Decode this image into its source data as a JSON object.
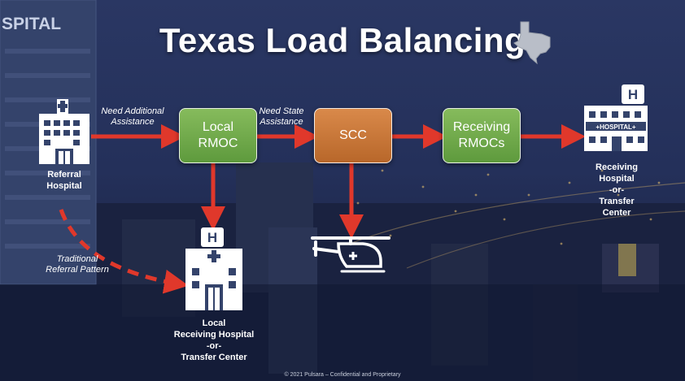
{
  "title": "Texas Load Balancing",
  "nodes": {
    "local_rmoc": {
      "line1": "Local",
      "line2": "RMOC"
    },
    "scc": {
      "label": "SCC"
    },
    "receiving_rmocs": {
      "line1": "Receiving",
      "line2": "RMOCs"
    }
  },
  "edges": {
    "need_additional": {
      "line1": "Need Additional",
      "line2": "Assistance"
    },
    "need_state": {
      "line1": "Need State",
      "line2": "Assistance"
    },
    "traditional": {
      "line1": "Traditional",
      "line2": "Referral Pattern"
    }
  },
  "labels": {
    "referral_hospital": {
      "line1": "Referral",
      "line2": "Hospital"
    },
    "receiving_hospital": {
      "line1": "Receiving",
      "line2": "Hospital",
      "line3": "-or-",
      "line4": "Transfer",
      "line5": "Center"
    },
    "local_receiving": {
      "line1": "Local",
      "line2": "Receiving Hospital",
      "line3": "-or-",
      "line4": "Transfer Center"
    },
    "hospital_sign": "+HOSPITAL+",
    "h_sign": "H",
    "building_sign": "SPITAL"
  },
  "footer": "© 2021 Pulsara – Confidential and Proprietary",
  "colors": {
    "arrow": "#e0382b",
    "green": "#6fa84b",
    "orange": "#c9773a"
  }
}
